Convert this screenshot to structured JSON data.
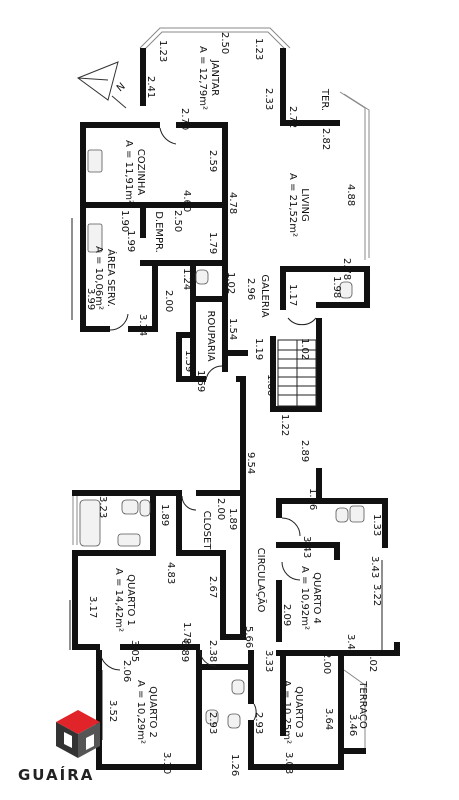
{
  "rooms": [
    {
      "id": "jantar",
      "name": "JANTAR",
      "area": "A = 12,79m²"
    },
    {
      "id": "cozinha",
      "name": "COZINHA",
      "area": "A = 11,91m²"
    },
    {
      "id": "living",
      "name": "LIVING",
      "area": "A = 21,52m²"
    },
    {
      "id": "area_serv",
      "name": "ÁREA SERV.",
      "area": "A = 10,06m²"
    },
    {
      "id": "d_empr",
      "name": "D.EMPR.",
      "area": ""
    },
    {
      "id": "rouparia",
      "name": "ROUPARIA",
      "area": ""
    },
    {
      "id": "galeria",
      "name": "GALERIA",
      "area": ""
    },
    {
      "id": "ter",
      "name": "TER.",
      "area": ""
    },
    {
      "id": "closet",
      "name": "CLOSET",
      "area": ""
    },
    {
      "id": "circulacao",
      "name": "CIRCULAÇÃO",
      "area": ""
    },
    {
      "id": "quarto1",
      "name": "QUARTO 1",
      "area": "A = 14,42m²"
    },
    {
      "id": "quarto4",
      "name": "QUARTO 4",
      "area": "A = 10,92m²"
    },
    {
      "id": "quarto2",
      "name": "QUARTO 2",
      "area": "A = 10,29m²"
    },
    {
      "id": "quarto3",
      "name": "QUARTO 3",
      "area": "A = 10,25m²"
    },
    {
      "id": "terraco",
      "name": "TERRAÇO",
      "area": ""
    }
  ],
  "dimensions": [
    "1.23",
    "2.50",
    "1.23",
    "2.41",
    "2.33",
    "2.70",
    "2.72",
    "2.82",
    "2.59",
    "4.60",
    "4.88",
    "4.78",
    "1.90",
    "2.50",
    "1.99",
    "1.79",
    "2.78",
    "1.24",
    "1.02",
    "2.96",
    "1.98",
    "1.17",
    "3.99",
    "2.00",
    "3.14",
    "1.54",
    "1.19",
    "1.02",
    "1.59",
    "1.69",
    "1.88",
    "1.22",
    "9.54",
    "2.89",
    "1.26",
    "3.23",
    "1.89",
    "2.00",
    "1.89",
    "1.33",
    "3.43",
    "4.83",
    "3.43",
    "3.17",
    "2.67",
    "3.22",
    "2.09",
    "3.05",
    "1.78",
    "3.43",
    "2.06",
    "0.89",
    "2.38",
    "5.66",
    "3.33",
    "2.00",
    "1.02",
    "3.52",
    "2.93",
    "2.93",
    "3.64",
    "3.46",
    "3.10",
    "1.26",
    "3.03"
  ],
  "brand": {
    "name": "GUAÍRA",
    "red": "#e0242a",
    "dark": "#222222"
  }
}
